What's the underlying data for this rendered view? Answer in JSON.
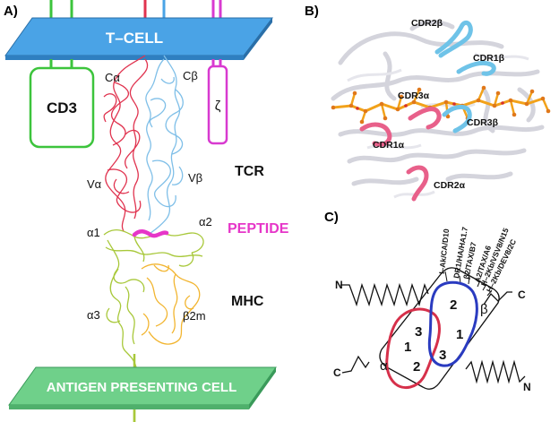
{
  "panel_a": {
    "letter": "A)",
    "tcell": "T–CELL",
    "apc": "ANTIGEN PRESENTING CELL",
    "cd3": "CD3",
    "zeta": "ζ",
    "c_alpha": "Cα",
    "c_beta": "Cβ",
    "v_alpha": "Vα",
    "v_beta": "Vβ",
    "tcr": "TCR",
    "alpha1": "α1",
    "alpha2": "α2",
    "peptide": "PEPTIDE",
    "mhc": "MHC",
    "alpha3": "α3",
    "b2m": "β2m"
  },
  "panel_b": {
    "letter": "B)",
    "cdr2b": "CDR2β",
    "cdr1b": "CDR1β",
    "cdr3a": "CDR3α",
    "cdr3b": "CDR3β",
    "cdr1a": "CDR1α",
    "cdr2a": "CDR2α"
  },
  "panel_c": {
    "letter": "C)",
    "n_left": "N",
    "c_right": "C",
    "c_left": "C",
    "n_right": "N",
    "beta": "β",
    "alpha": "α",
    "beta_nums": [
      "2",
      "1",
      "3"
    ],
    "alpha_nums": [
      "3",
      "1",
      "2"
    ],
    "complexes": [
      "I–Ak/CA/D10",
      "DR1/HA/HA1.7",
      "β2/TAX/B7",
      "A2/TAX/A6",
      "H–2Kb/VSV8/N15",
      "H–2Kb/DEV8/2C"
    ]
  },
  "colors": {
    "tcell_fill": "#4aa3e6",
    "apc_fill": "#6fd08a",
    "alpha_chain": "#e0334f",
    "beta_chain": "#7fbfe8",
    "mhc_chain": "#a8c83a",
    "b2m_chain": "#f2b530",
    "peptide": "#e636c8",
    "cd3": "#3cc43c",
    "zeta": "#d83ad0",
    "alpha_loop": "#d6304a",
    "beta_loop": "#2a3bc0"
  }
}
